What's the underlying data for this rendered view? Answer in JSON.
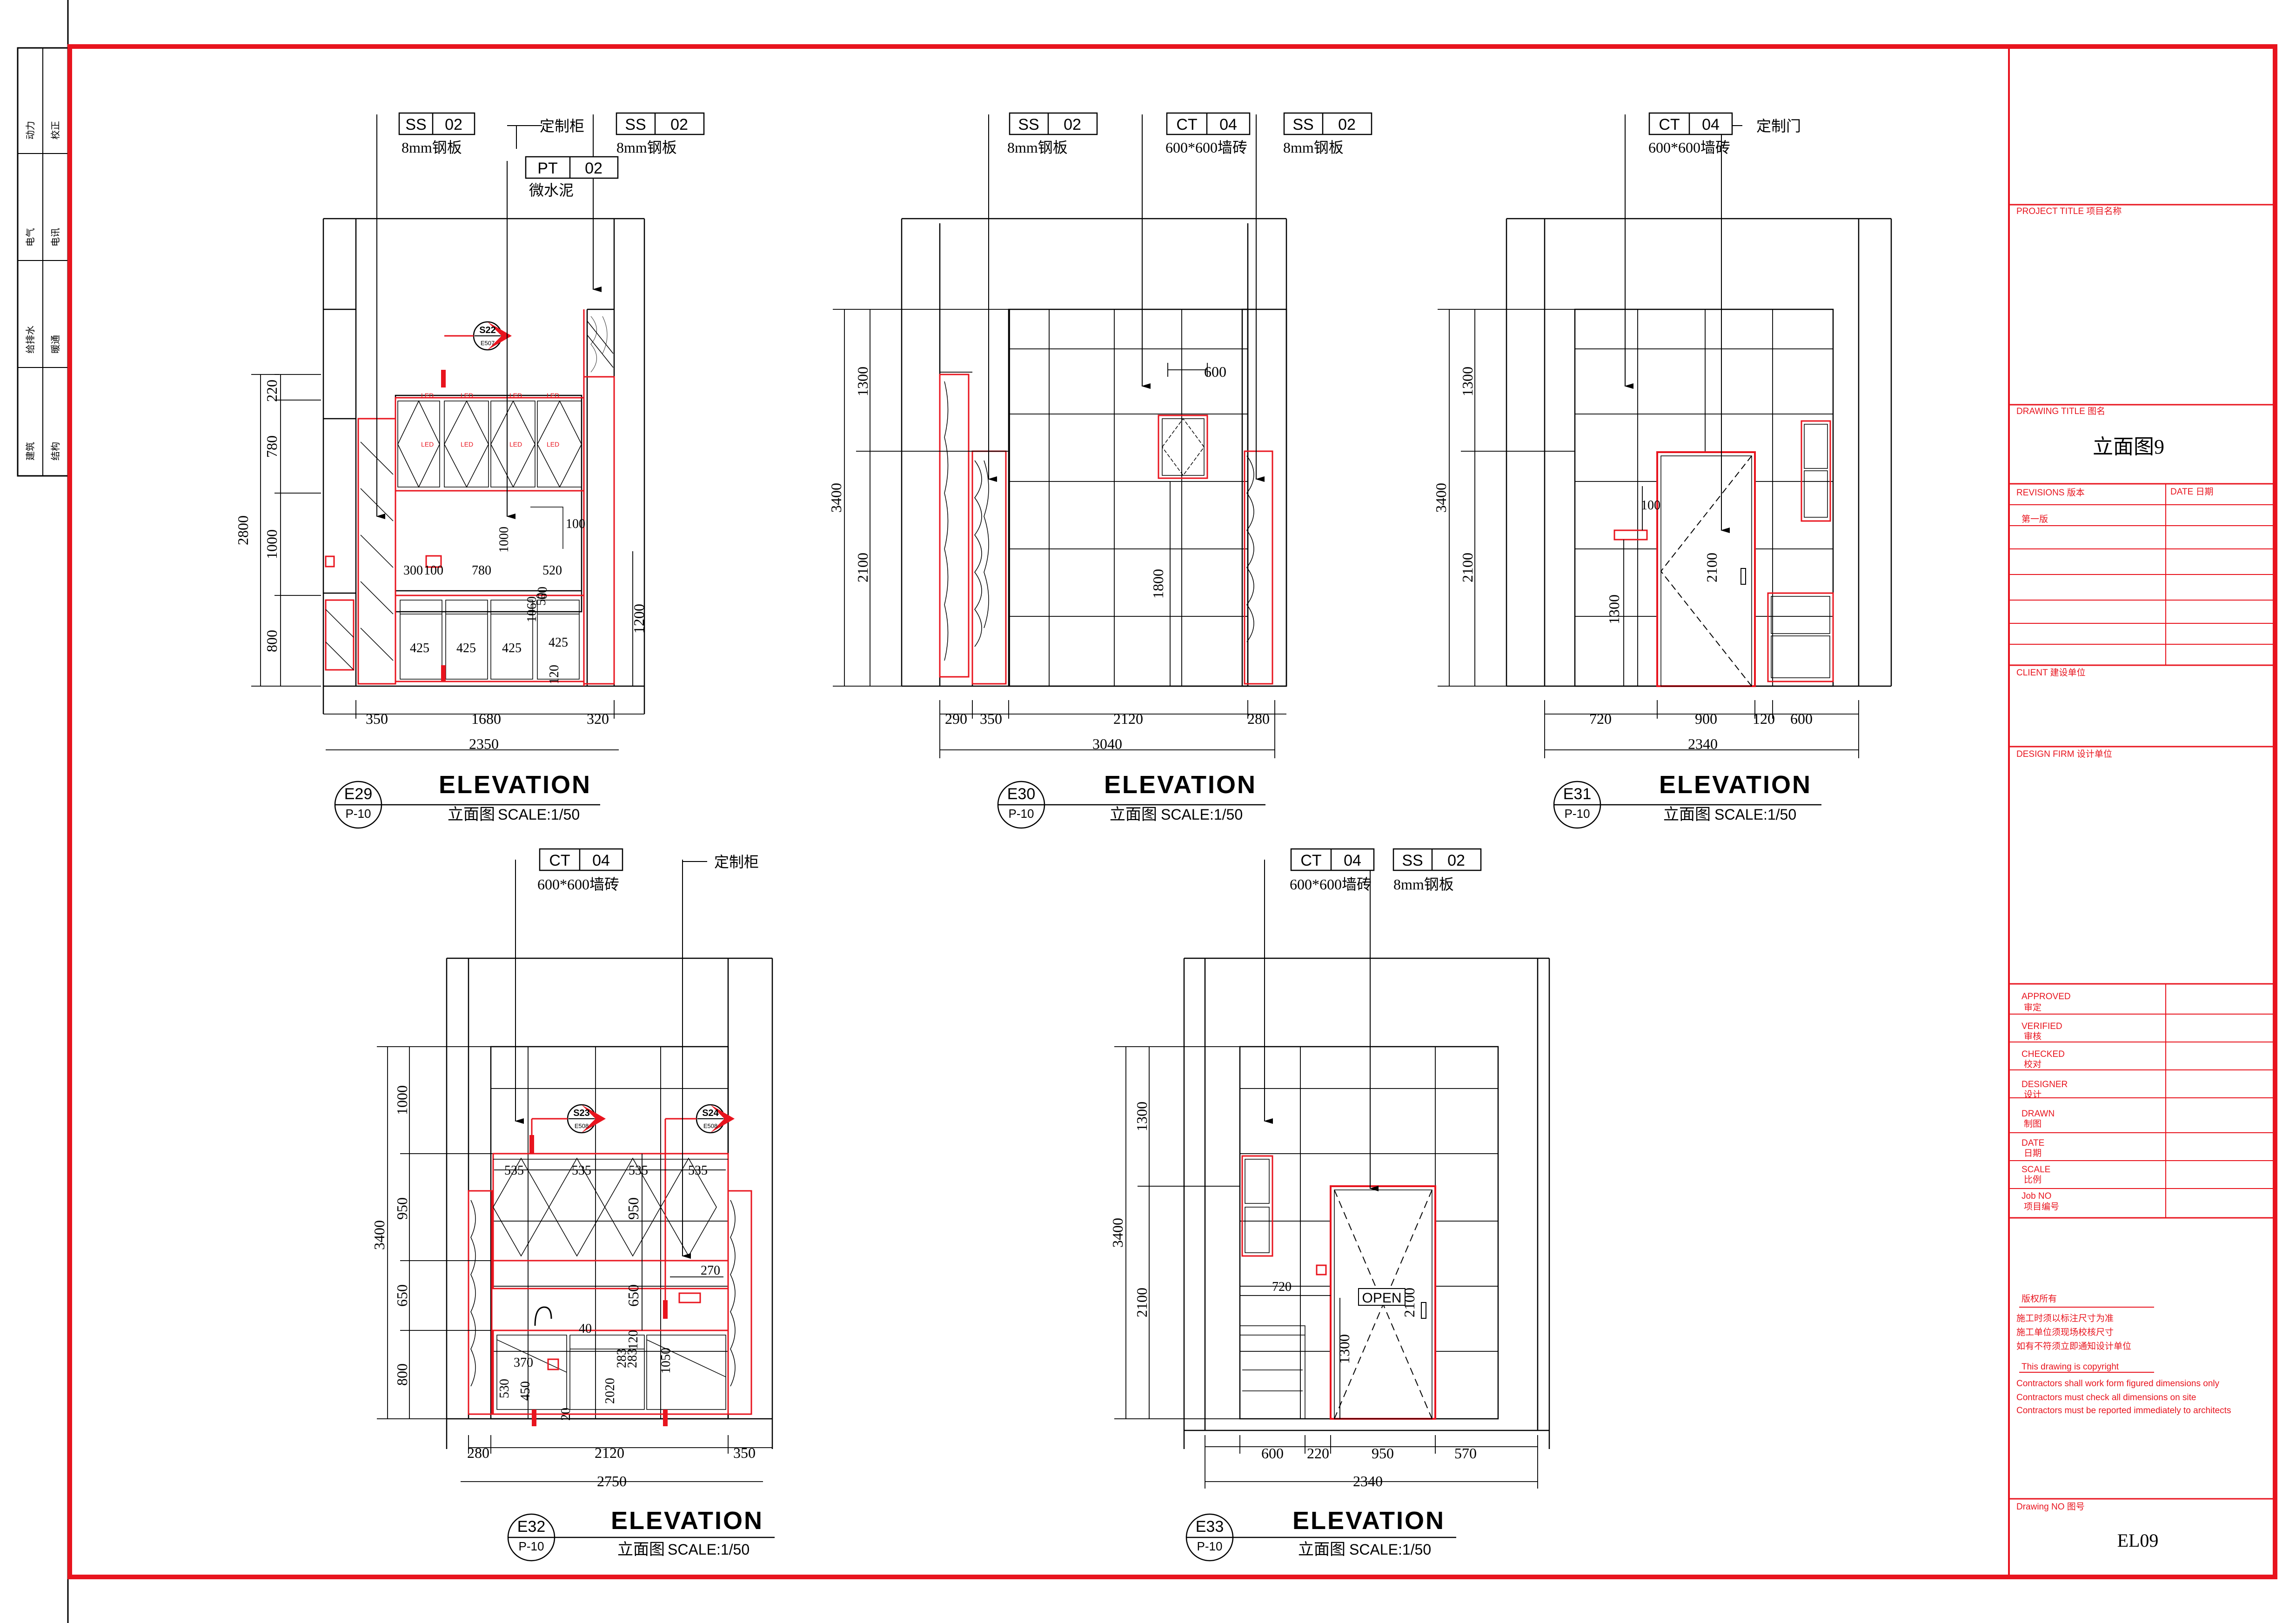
{
  "side_stamp": {
    "labels": [
      "动力",
      "校正",
      "电气",
      "电讯",
      "给排水",
      "暖通",
      "建筑",
      "结构"
    ]
  },
  "title_block": {
    "project_title": "PROJECT TITLE  项目名称",
    "drawing_title_label": "DRAWING TITLE  图名",
    "drawing_title": "立面图9",
    "revisions": "REVISIONS  版本",
    "date": "DATE  日期",
    "rev1": "第一版",
    "client": "CLIENT  建设单位",
    "design_firm": "DESIGN FIRM  设计单位",
    "approved": "APPROVED",
    "approved_cn": "审定",
    "verified": "VERIFIED",
    "verified_cn": "审核",
    "checked": "CHECKED",
    "checked_cn": "校对",
    "designer": "DESIGNER",
    "designer_cn": "设计",
    "drawn": "DRAWN",
    "drawn_cn": "制图",
    "date2": "DATE",
    "date2_cn": "日期",
    "scale": "SCALE",
    "scale_cn": "比例",
    "job": "Job NO",
    "job_cn": "项目编号",
    "notes": [
      "版权所有",
      "施工时须以标注尺寸为准",
      "施工单位须现场校核尺寸",
      "如有不符须立即通知设计单位",
      "This drawing is copyright",
      "Contractors shall work form figured dimensions only",
      "Contractors must check all dimensions on site",
      "Contractors must be reported immediately to architects"
    ],
    "drawing_no_label": "Drawing NO  图号",
    "drawing_no": "EL09"
  },
  "elevations": [
    {
      "tag": "E29",
      "sheet": "P-10",
      "title": "ELEVATION",
      "subtitle": "立面图",
      "scale": "SCALE:1/50",
      "callouts": [
        {
          "code": "SS",
          "num": "02",
          "label": "8mm钢板"
        },
        {
          "code": "SS",
          "num": "02",
          "label": "8mm钢板"
        },
        {
          "code": "PT",
          "num": "02",
          "label": "微水泥"
        }
      ],
      "note": "定制柜",
      "section": {
        "code": "S22",
        "ref": "E507"
      },
      "vert_dims": [
        "220",
        "780",
        "1000",
        "800",
        "2800",
        "1200"
      ],
      "horiz_dims": [
        "350",
        "1680",
        "320",
        "2350"
      ],
      "inner_dims": [
        "300",
        "100",
        "780",
        "520",
        "1000",
        "100",
        "425",
        "425",
        "425",
        "425",
        "1060",
        "50",
        "120",
        "60",
        "LED"
      ]
    },
    {
      "tag": "E30",
      "sheet": "P-10",
      "title": "ELEVATION",
      "subtitle": "立面图",
      "scale": "SCALE:1/50",
      "callouts": [
        {
          "code": "SS",
          "num": "02",
          "label": "8mm钢板"
        },
        {
          "code": "CT",
          "num": "04",
          "label": "600*600墙砖"
        },
        {
          "code": "SS",
          "num": "02",
          "label": "8mm钢板"
        }
      ],
      "vert_dims": [
        "1300",
        "2100",
        "3400",
        "1800",
        "600"
      ],
      "horiz_dims": [
        "290",
        "350",
        "2120",
        "280",
        "3040"
      ]
    },
    {
      "tag": "E31",
      "sheet": "P-10",
      "title": "ELEVATION",
      "subtitle": "立面图",
      "scale": "SCALE:1/50",
      "callouts": [
        {
          "code": "CT",
          "num": "04",
          "label": "600*600墙砖"
        }
      ],
      "note": "定制门",
      "vert_dims": [
        "1300",
        "2100",
        "3400",
        "1300",
        "2100",
        "100"
      ],
      "horiz_dims": [
        "720",
        "900",
        "120",
        "600",
        "2340"
      ]
    },
    {
      "tag": "E32",
      "sheet": "P-10",
      "title": "ELEVATION",
      "subtitle": "立面图",
      "scale": "SCALE:1/50",
      "callouts": [
        {
          "code": "CT",
          "num": "04",
          "label": "600*600墙砖"
        }
      ],
      "note": "定制柜",
      "section": {
        "code": "S23",
        "ref": "E508"
      },
      "section2": {
        "code": "S24",
        "ref": "E508"
      },
      "vert_dims": [
        "1000",
        "950",
        "650",
        "800",
        "3400",
        "950",
        "650",
        "270",
        "1050"
      ],
      "horiz_dims": [
        "280",
        "2120",
        "350",
        "2750",
        "535",
        "535",
        "535",
        "535"
      ],
      "inner_dims": [
        "370",
        "450",
        "530",
        "40",
        "20",
        "2020",
        "283",
        "283",
        "120"
      ]
    },
    {
      "tag": "E33",
      "sheet": "P-10",
      "title": "ELEVATION",
      "subtitle": "立面图",
      "scale": "SCALE:1/50",
      "callouts": [
        {
          "code": "CT",
          "num": "04",
          "label": "600*600墙砖"
        },
        {
          "code": "SS",
          "num": "02",
          "label": "8mm钢板"
        }
      ],
      "door_sign": "OPEN",
      "vert_dims": [
        "1300",
        "2100",
        "3400",
        "1300",
        "2100",
        "720"
      ],
      "horiz_dims": [
        "600",
        "220",
        "950",
        "570",
        "2340"
      ]
    }
  ]
}
